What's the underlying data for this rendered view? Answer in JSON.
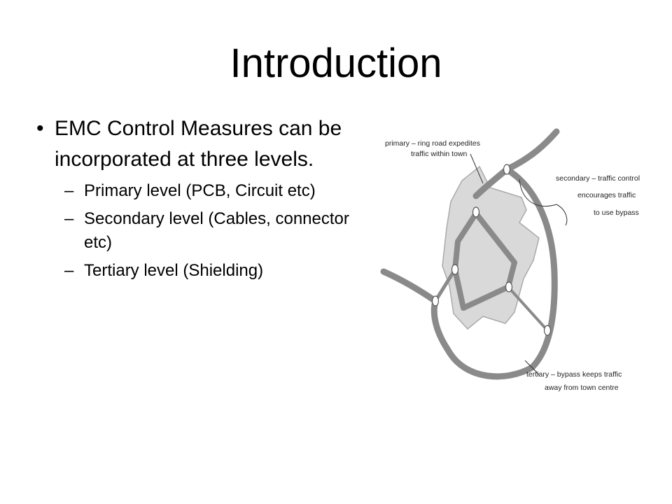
{
  "slide": {
    "title": "Introduction",
    "bullets": [
      {
        "text": "EMC Control Measures can be incorporated at three levels.",
        "sub": [
          "Primary level (PCB, Circuit etc)",
          "Secondary level (Cables, connector etc)",
          "Tertiary level (Shielding)"
        ]
      }
    ],
    "bullet_glyph": "•",
    "sub_glyph": "–"
  },
  "diagram": {
    "labels": {
      "primary": [
        "primary – ring road expedites",
        "traffic within town"
      ],
      "secondary": [
        "secondary – traffic control",
        "encourages traffic",
        "to use bypass"
      ],
      "tertiary": [
        "tertiary – bypass keeps traffic",
        "away from town centre"
      ]
    },
    "colors": {
      "road": "#8a8a8a",
      "town": "#d9d9d9",
      "town_stroke": "#aaaaaa",
      "node": "#ffffff"
    }
  }
}
